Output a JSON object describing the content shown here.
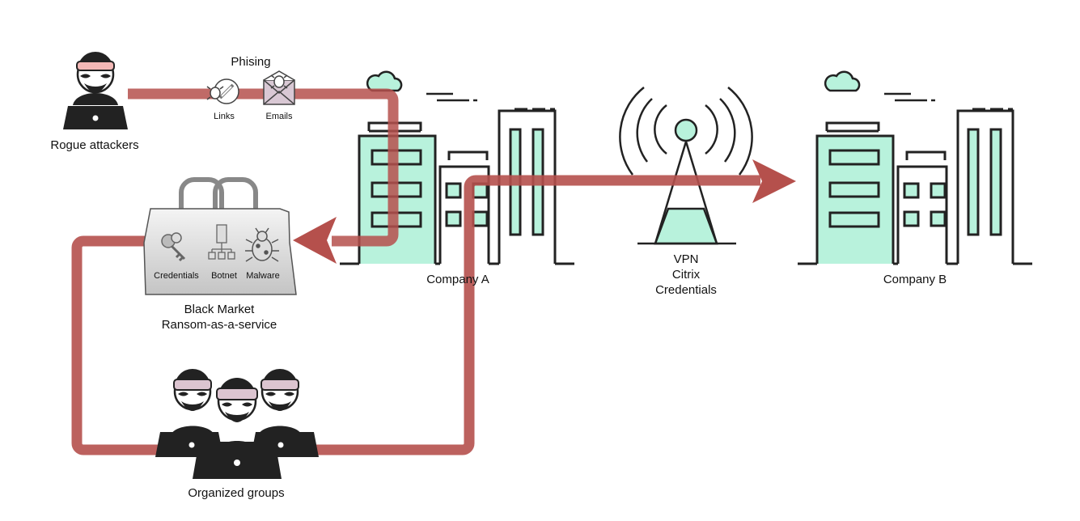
{
  "labels": {
    "phishing_title": "Phising",
    "links": "Links",
    "emails": "Emails",
    "rogue_attackers": "Rogue attackers",
    "credentials_item": "Credentials",
    "botnet_item": "Botnet",
    "malware_item": "Malware",
    "black_market_line1": "Black Market",
    "black_market_line2": "Ransom-as-a-service",
    "company_a": "Company A",
    "company_b": "Company B",
    "vpn_line1": "VPN",
    "vpn_line2": "Citrix",
    "vpn_line3": "Credentials",
    "organized_groups": "Organized groups"
  },
  "colors": {
    "flow_arrow": "#b5504c",
    "building_fill": "#b8f2dc",
    "outline": "#222222",
    "attacker_band": "#f3b8b6",
    "group_band": "#dcc4d0",
    "bag_fill": "#cfcfcf"
  },
  "icons": [
    "attacker-icon",
    "link-bug-icon",
    "email-bug-icon",
    "cloud-icon",
    "building-icon",
    "antenna-icon",
    "bag-icon",
    "key-icon",
    "server-icon",
    "bug-icon",
    "laptop-icon"
  ]
}
